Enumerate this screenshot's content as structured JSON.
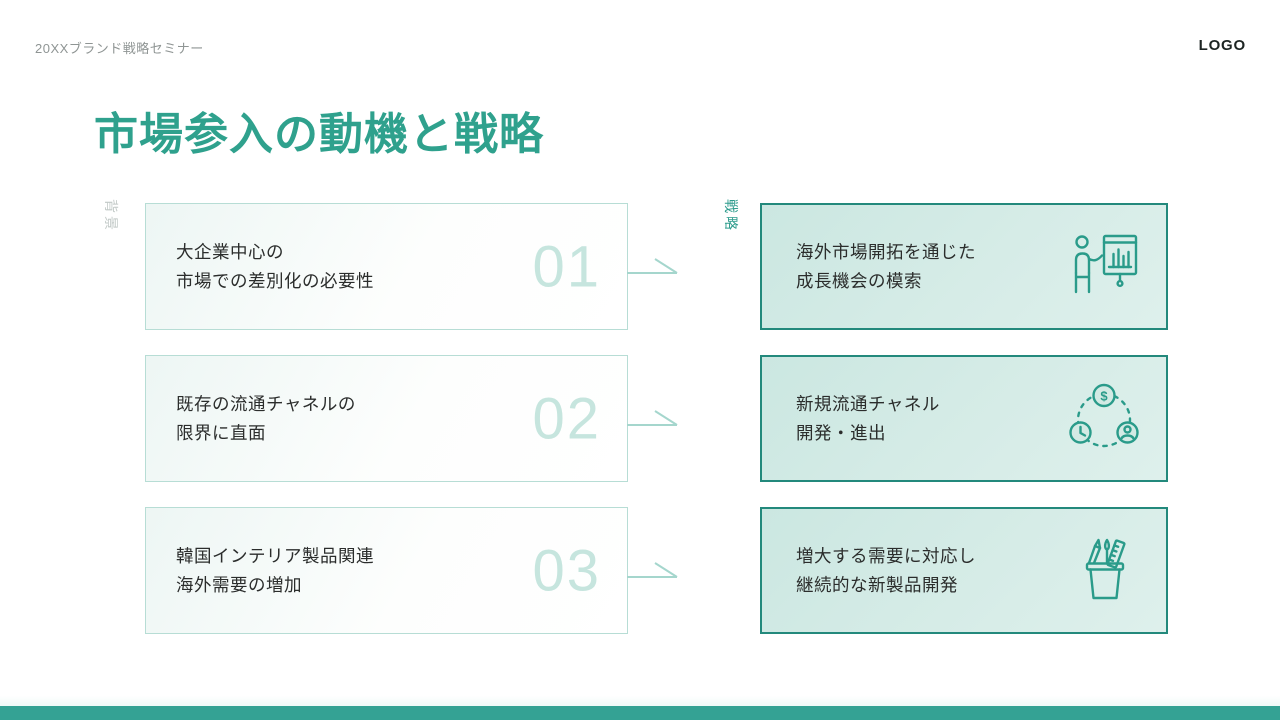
{
  "header": {
    "event_label": "20XXブランド戦略セミナー",
    "logo": "LOGO"
  },
  "title": "市場参入の動機と戦略",
  "columns": {
    "left_label": "背景",
    "right_label": "戦略"
  },
  "background_items": [
    {
      "number": "01",
      "line1": "大企業中心の",
      "line2": "市場での差別化の必要性"
    },
    {
      "number": "02",
      "line1": "既存の流通チャネルの",
      "line2": "限界に直面"
    },
    {
      "number": "03",
      "line1": "韓国インテリア製品関連",
      "line2": "海外需要の増加"
    }
  ],
  "strategy_items": [
    {
      "icon": "presentation-chart-icon",
      "line1": "海外市場開拓を通じた",
      "line2": "成長機会の模索"
    },
    {
      "icon": "money-time-people-cycle-icon",
      "line1": "新規流通チャネル",
      "line2": "開発・進出"
    },
    {
      "icon": "design-tools-cup-icon",
      "line1": "増大する需要に対応し",
      "line2": "継続的な新製品開発"
    }
  ],
  "icon_symbols": {
    "currency": "$"
  },
  "colors": {
    "accent": "#2fa18d",
    "accent_dark": "#23897c",
    "light_border": "#b7ddd5",
    "number_tint": "#c6e5de",
    "footer_bar": "#34a294"
  }
}
